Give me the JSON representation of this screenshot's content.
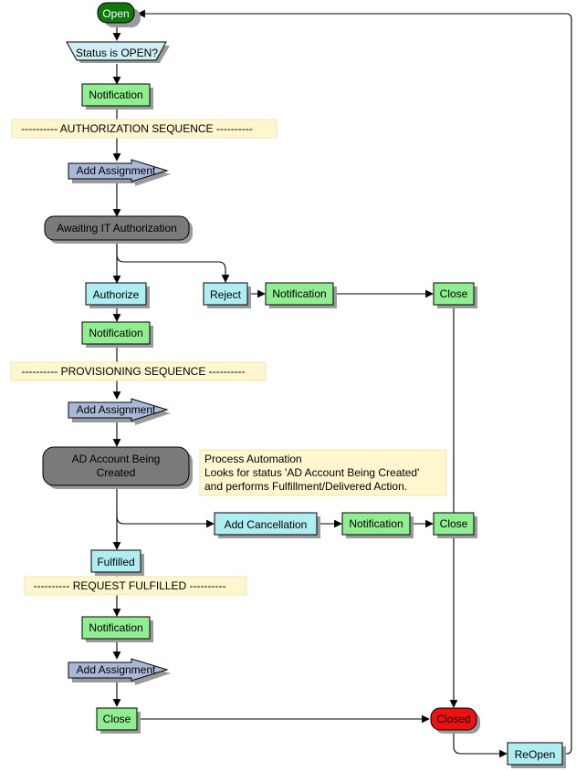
{
  "colors": {
    "start": "#0b7a0b",
    "end": "#ee1111",
    "wait": "#7a7a7a",
    "notification": "#90ee90",
    "action": "#aeeef2",
    "assignment": "#aab8d8",
    "decision": "#cfeef6",
    "comment": "#fdf6cf",
    "shadow": "#9a9a9a"
  },
  "nodes": {
    "open": "Open",
    "status_check": "Status is OPEN?",
    "notify1": "Notification",
    "auth_banner": "---------- AUTHORIZATION SEQUENCE ----------",
    "assign1": "Add Assignment",
    "awaiting_auth": "Awaiting IT Authorization",
    "authorize": "Authorize",
    "reject": "Reject",
    "notify_reject": "Notification",
    "close_reject": "Close",
    "notify2": "Notification",
    "prov_banner": "---------- PROVISIONING SEQUENCE ----------",
    "assign2": "Add Assignment",
    "ad_account_line1": "AD Account Being",
    "ad_account_line2": "Created",
    "automation_line1": "Process Automation",
    "automation_line2": "Looks for status 'AD Account Being Created'",
    "automation_line3": "and performs Fulfillment/Delivered Action.",
    "add_cancellation": "Add Cancellation",
    "notify_cancel": "Notification",
    "close_cancel": "Close",
    "fulfilled": "Fulfilled",
    "fulfilled_banner": "---------- REQUEST FULFILLED ----------",
    "notify3": "Notification",
    "assign3": "Add Assignment",
    "close_final": "Close",
    "closed": "Closed",
    "reopen": "ReOpen"
  }
}
